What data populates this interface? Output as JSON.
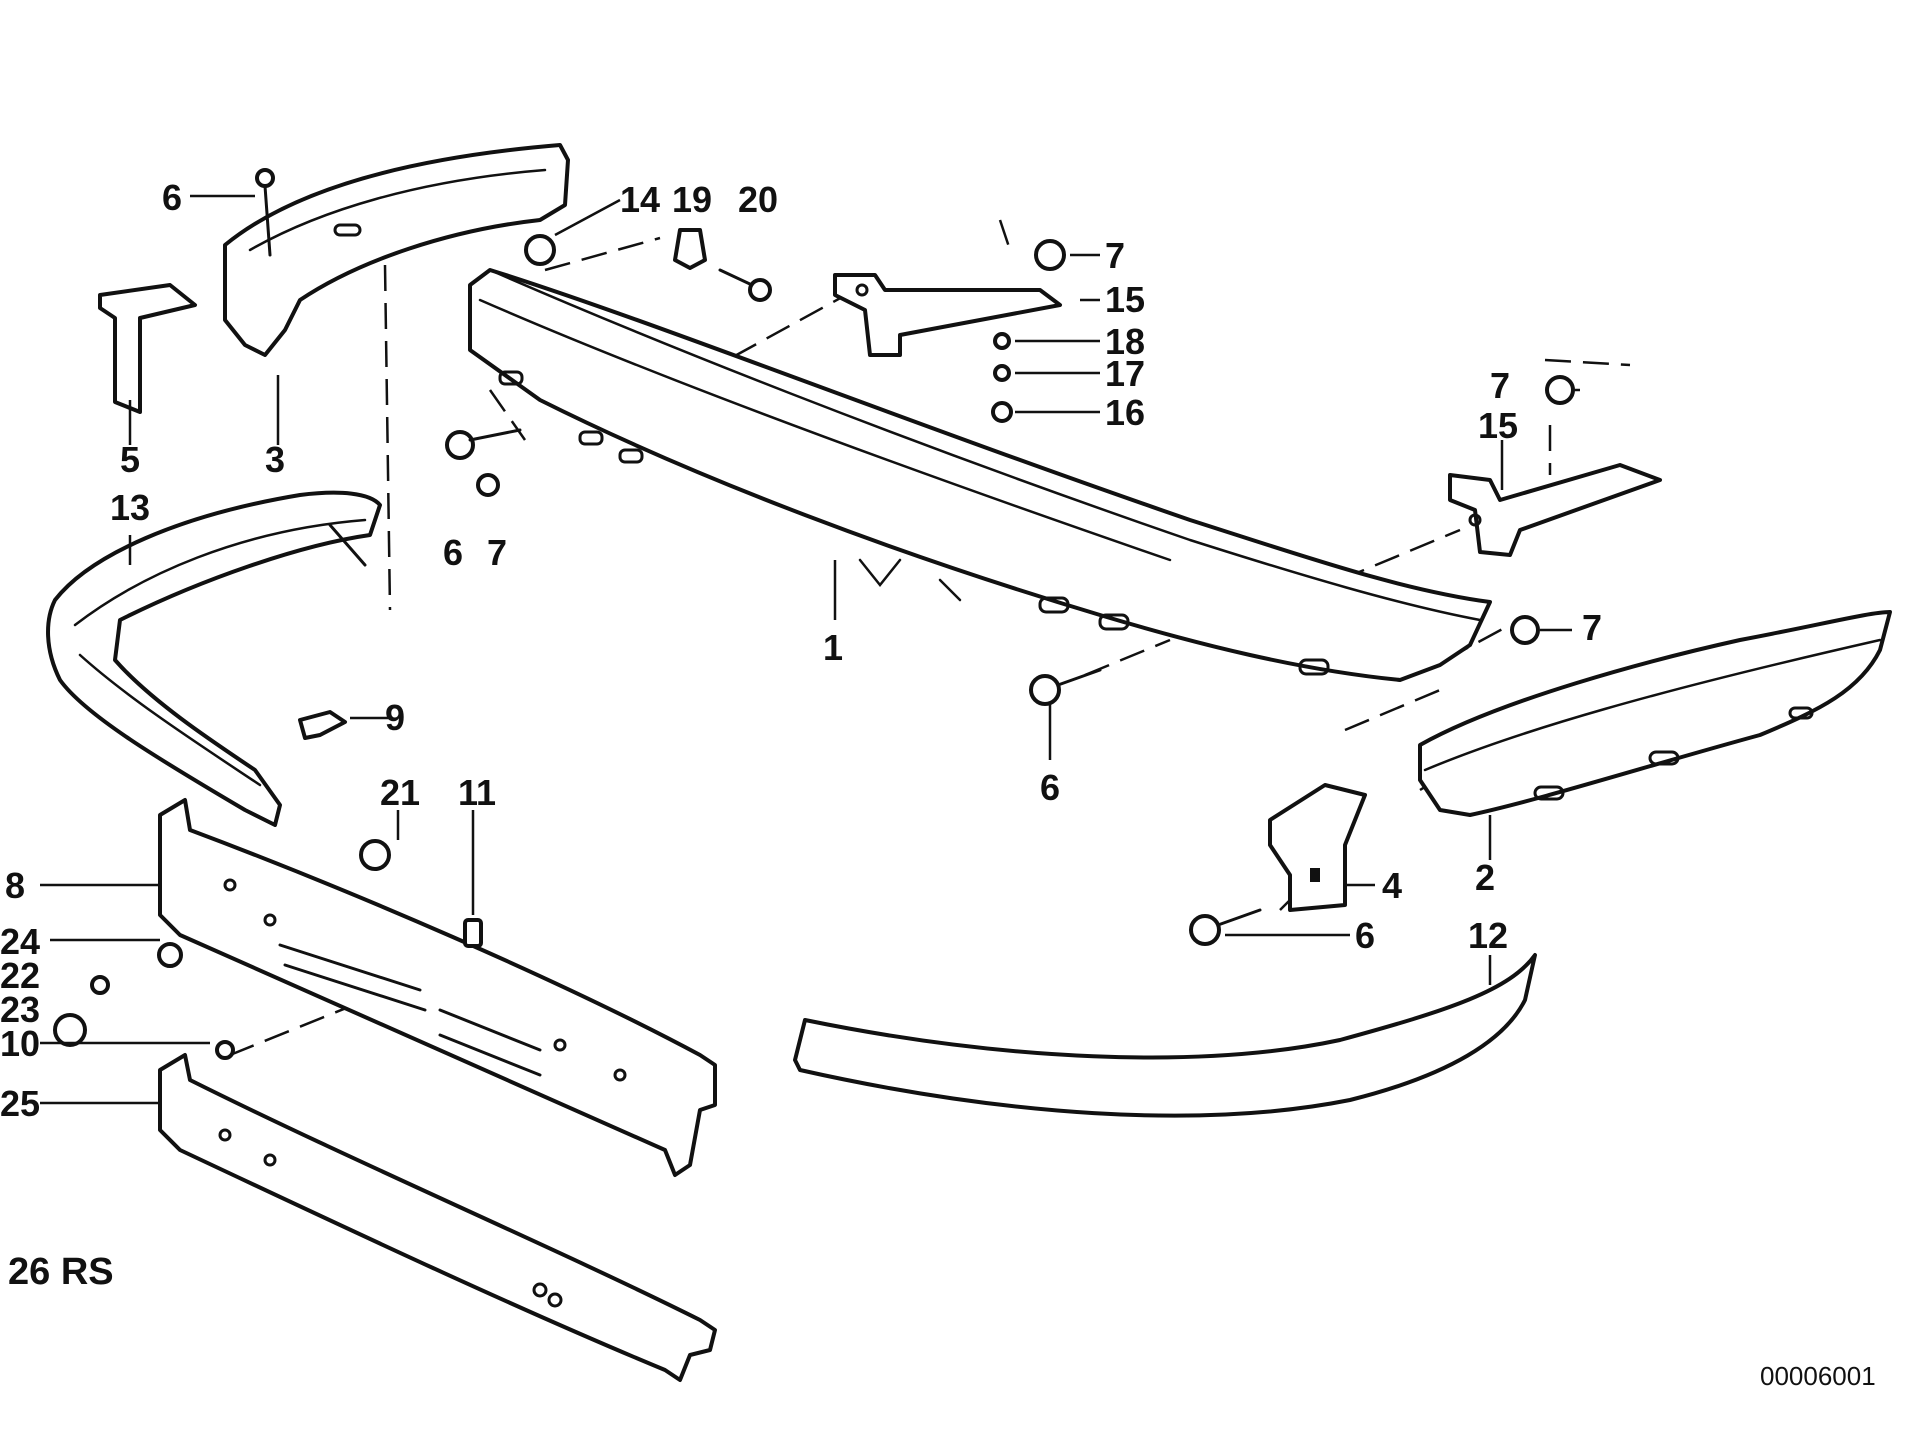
{
  "diagram": {
    "section_label": "26 RS",
    "reference_number": "00006001",
    "callouts": [
      {
        "id": "c1",
        "label": "1"
      },
      {
        "id": "c2",
        "label": "2"
      },
      {
        "id": "c3",
        "label": "3"
      },
      {
        "id": "c4",
        "label": "4"
      },
      {
        "id": "c5",
        "label": "5"
      },
      {
        "id": "c6a",
        "label": "6"
      },
      {
        "id": "c6b",
        "label": "6"
      },
      {
        "id": "c6c",
        "label": "6"
      },
      {
        "id": "c6d",
        "label": "6"
      },
      {
        "id": "c7a",
        "label": "7"
      },
      {
        "id": "c7b",
        "label": "7"
      },
      {
        "id": "c7c",
        "label": "7"
      },
      {
        "id": "c7d",
        "label": "7"
      },
      {
        "id": "c8",
        "label": "8"
      },
      {
        "id": "c9",
        "label": "9"
      },
      {
        "id": "c10",
        "label": "10"
      },
      {
        "id": "c11",
        "label": "11"
      },
      {
        "id": "c12",
        "label": "12"
      },
      {
        "id": "c13",
        "label": "13"
      },
      {
        "id": "c14",
        "label": "14"
      },
      {
        "id": "c15a",
        "label": "15"
      },
      {
        "id": "c15b",
        "label": "15"
      },
      {
        "id": "c16",
        "label": "16"
      },
      {
        "id": "c17",
        "label": "17"
      },
      {
        "id": "c18",
        "label": "18"
      },
      {
        "id": "c19",
        "label": "19"
      },
      {
        "id": "c20",
        "label": "20"
      },
      {
        "id": "c21",
        "label": "21"
      },
      {
        "id": "c22",
        "label": "22"
      },
      {
        "id": "c23",
        "label": "23"
      },
      {
        "id": "c24",
        "label": "24"
      },
      {
        "id": "c25",
        "label": "25"
      }
    ]
  }
}
